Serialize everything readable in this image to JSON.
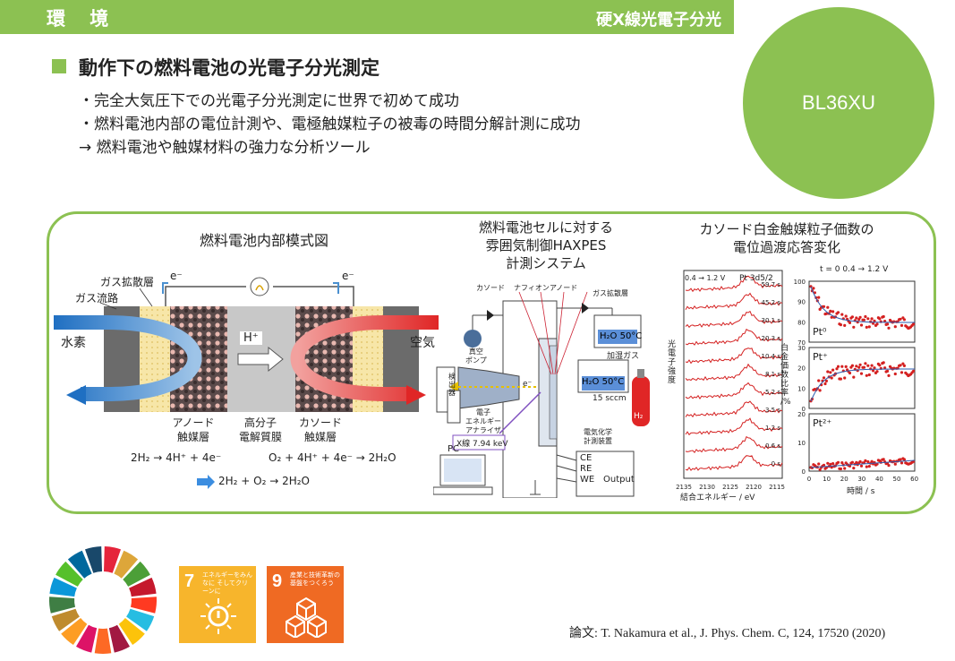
{
  "header": {
    "title": "環 境",
    "field": "硬X線光電子分光"
  },
  "badge": "BL36XU",
  "heading": "動作下の燃料電池の光電子分光測定",
  "bullets": [
    "・完全大気圧下での光電子分光測定に世界で初めて成功",
    "・燃料電池内部の電位計測や、電極触媒粒子の被毒の時間分解計測に成功",
    "→ 燃料電池や触媒材料の強力な分析ツール"
  ],
  "left_panel": {
    "title": "燃料電池内部模式図",
    "gas_diffusion": "ガス拡散層",
    "gas_channel": "ガス流路",
    "electron_left": "e⁻",
    "electron_right": "e⁻",
    "hydrogen": "水素",
    "air": "空気",
    "proton": "H⁺",
    "anode": "アノード",
    "anode2": "触媒層",
    "membrane": "高分子",
    "membrane2": "電解質膜",
    "cathode": "カソード",
    "cathode2": "触媒層",
    "eq_anode": "2H₂ → 4H⁺ + 4e⁻",
    "eq_cathode": "O₂ + 4H⁺ + 4e⁻ → 2H₂O",
    "eq_total": "2H₂ + O₂ → 2H₂O"
  },
  "middle_panel": {
    "title1": "燃料電池セルに対する",
    "title2": "雰囲気制御HAXPES",
    "title3": "計測システム",
    "cathode": "カソード",
    "nafion": "ナフィオン",
    "anode": "アノード",
    "gdl": "ガス拡散層",
    "h2o_top": "H₂O 50°C",
    "humid_gas": "加湿ガス",
    "h2o_mid": "H₂O 50°C",
    "sccm": "15 sccm",
    "h2": "H₂",
    "vacuum": "真空",
    "pump": "ポンプ",
    "detector": "検出器",
    "electron": "e⁻",
    "analyzer1": "電子",
    "analyzer2": "エネルギー",
    "analyzer3": "アナライザ",
    "xray": "X線 7.94 keV",
    "echem1": "電気化学",
    "echem2": "計測装置",
    "pc": "PC",
    "ce": "CE",
    "re": "RE",
    "we": "WE",
    "output": "Output"
  },
  "right_panel": {
    "title1": "カソード白金触媒粒子価数の",
    "title2": "電位過渡応答変化",
    "spec_label": "0.4 → 1.2 V",
    "spec_peak": "Pt 3d5/2",
    "spec_ylabel": "光電子強度",
    "spec_xlabel": "結合エネルギー / eV",
    "spec_xticks": [
      "2135",
      "2130",
      "2125",
      "2120",
      "2115"
    ],
    "spec_times": [
      "59.7 s",
      "45.2 s",
      "30.1 s",
      "20.3 s",
      "10.4 s",
      "8.1 s",
      "5.2 s",
      "3.5 s",
      "1.2 s",
      "0.6 s",
      "0 s"
    ],
    "tr_header": "t = 0   0.4 → 1.2 V",
    "tr_ylabel": "白金価数比率 /%",
    "tr_xlabel": "時間 / s",
    "tr_xticks": [
      "0",
      "10",
      "20",
      "30",
      "40",
      "50",
      "60"
    ],
    "pt0": "Pt⁰",
    "pt1": "Pt⁺",
    "pt2": "Pt²⁺",
    "pt0_yticks": [
      "100",
      "90",
      "80",
      "70"
    ],
    "pt1_yticks": [
      "30",
      "20",
      "10",
      "0"
    ],
    "pt2_yticks": [
      "20",
      "10",
      "0"
    ]
  },
  "sdg": {
    "goal7_num": "7",
    "goal7_text": "エネルギーをみんなに そしてクリーンに",
    "goal9_num": "9",
    "goal9_text": "産業と技術革新の 基盤をつくろう"
  },
  "citation": "論文: T. Nakamura et al., J. Phys. Chem. C, 124, 17520 (2020)",
  "colors": {
    "accent": "#8cc152",
    "sdg7": "#f7b52c",
    "sdg9": "#ef6a23",
    "data_red": "#d42020"
  }
}
